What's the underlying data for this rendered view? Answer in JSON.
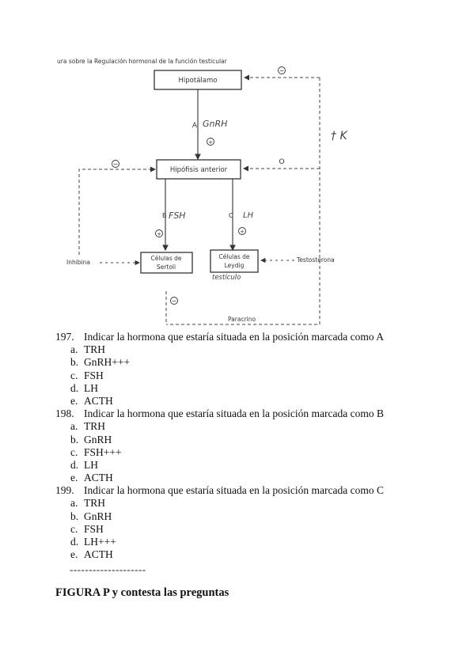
{
  "figure": {
    "caption": "ura sobre la  Regulación hormonal de la función testicular",
    "boxes": {
      "hypothalamus": "Hipotálamo",
      "pituitary": "Hipófisis anterior",
      "sertoli_line1": "Células de",
      "sertoli_line2": "Sertoli",
      "leydig_line1": "Células de",
      "leydig_line2": "Leydig"
    },
    "labels": {
      "a": "A",
      "a_hand": "GnRH",
      "b": "B",
      "b_hand": "FSH",
      "c": "C",
      "c_hand": "LH",
      "inhibina": "Inhibina",
      "testosterona": "Testosterona",
      "paracrino": "Paracrino",
      "leydig_hand": "testículo",
      "side_hand": "† K"
    },
    "signs": {
      "plus": "+",
      "minus": "−",
      "zero": "O"
    }
  },
  "questions": [
    {
      "number": "197.",
      "text": "Indicar la hormona que estaría situada en la posición marcada como A",
      "options": [
        {
          "letter": "a.",
          "text": "TRH"
        },
        {
          "letter": "b.",
          "text": "GnRH+++"
        },
        {
          "letter": "c.",
          "text": "FSH"
        },
        {
          "letter": "d.",
          "text": "LH"
        },
        {
          "letter": "e.",
          "text": "ACTH"
        }
      ]
    },
    {
      "number": "198.",
      "text": "Indicar la hormona que estaría situada en la posición marcada como B",
      "options": [
        {
          "letter": "a.",
          "text": "TRH"
        },
        {
          "letter": "b.",
          "text": "GnRH"
        },
        {
          "letter": "c.",
          "text": "FSH+++"
        },
        {
          "letter": "d.",
          "text": "LH"
        },
        {
          "letter": "e.",
          "text": "ACTH"
        }
      ]
    },
    {
      "number": "199.",
      "text": "Indicar la hormona que estaría situada en la posición marcada como C",
      "options": [
        {
          "letter": "a.",
          "text": "TRH"
        },
        {
          "letter": "b.",
          "text": "GnRH"
        },
        {
          "letter": "c.",
          "text": "FSH"
        },
        {
          "letter": "d.",
          "text": "LH+++"
        },
        {
          "letter": "e.",
          "text": "ACTH"
        }
      ]
    }
  ],
  "separator": "--------------------",
  "footer_heading": "FIGURA P y contesta las preguntas"
}
